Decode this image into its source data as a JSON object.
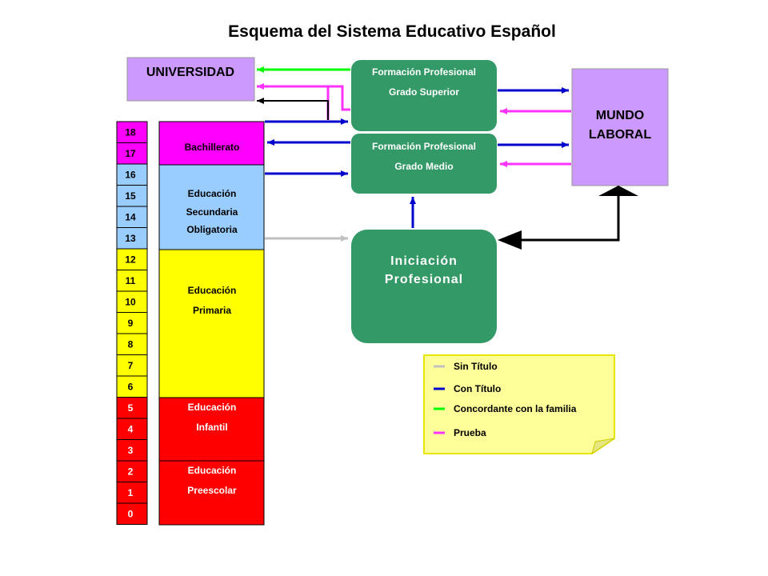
{
  "title": "Esquema del Sistema Educativo Español",
  "colors": {
    "magenta": "#ff00ff",
    "light_blue": "#99ccff",
    "yellow": "#ffff00",
    "red": "#ff0000",
    "green_box": "#339966",
    "lavender": "#cc99ff",
    "legend_bg": "#ffff99",
    "gray_arrow": "#c0c0c0",
    "blue_arrow": "#0000cc",
    "green_arrow": "#00ff00",
    "pink_arrow": "#ff33ff"
  },
  "ages": [
    "18",
    "17",
    "16",
    "15",
    "14",
    "13",
    "12",
    "11",
    "10",
    "9",
    "8",
    "7",
    "6",
    "5",
    "4",
    "3",
    "2",
    "1",
    "0"
  ],
  "stages": {
    "bachillerato": [
      "Bachillerato"
    ],
    "eso": [
      "Educación",
      "Secundaria",
      "Obligatoria"
    ],
    "primaria": [
      "Educación",
      "Primaria"
    ],
    "infantil": [
      "Educación",
      "Infantil"
    ],
    "preescolar": [
      "Educación",
      "Preescolar"
    ]
  },
  "boxes": {
    "universidad": "UNIVERSIDAD",
    "fp_superior": [
      "Formación Profesional",
      "Grado Superior"
    ],
    "fp_medio": [
      "Formación Profesional",
      "Grado Medio"
    ],
    "iniciacion": [
      "Iniciación",
      "Profesional"
    ],
    "mundo_laboral": [
      "MUNDO",
      "LABORAL"
    ]
  },
  "legend": [
    {
      "label": "Sin Título",
      "color": "#c0c0c0"
    },
    {
      "label": "Con Título",
      "color": "#0000cc"
    },
    {
      "label": "Concordante con la familia",
      "color": "#00ff00"
    },
    {
      "label": "Prueba",
      "color": "#ff33ff"
    }
  ]
}
